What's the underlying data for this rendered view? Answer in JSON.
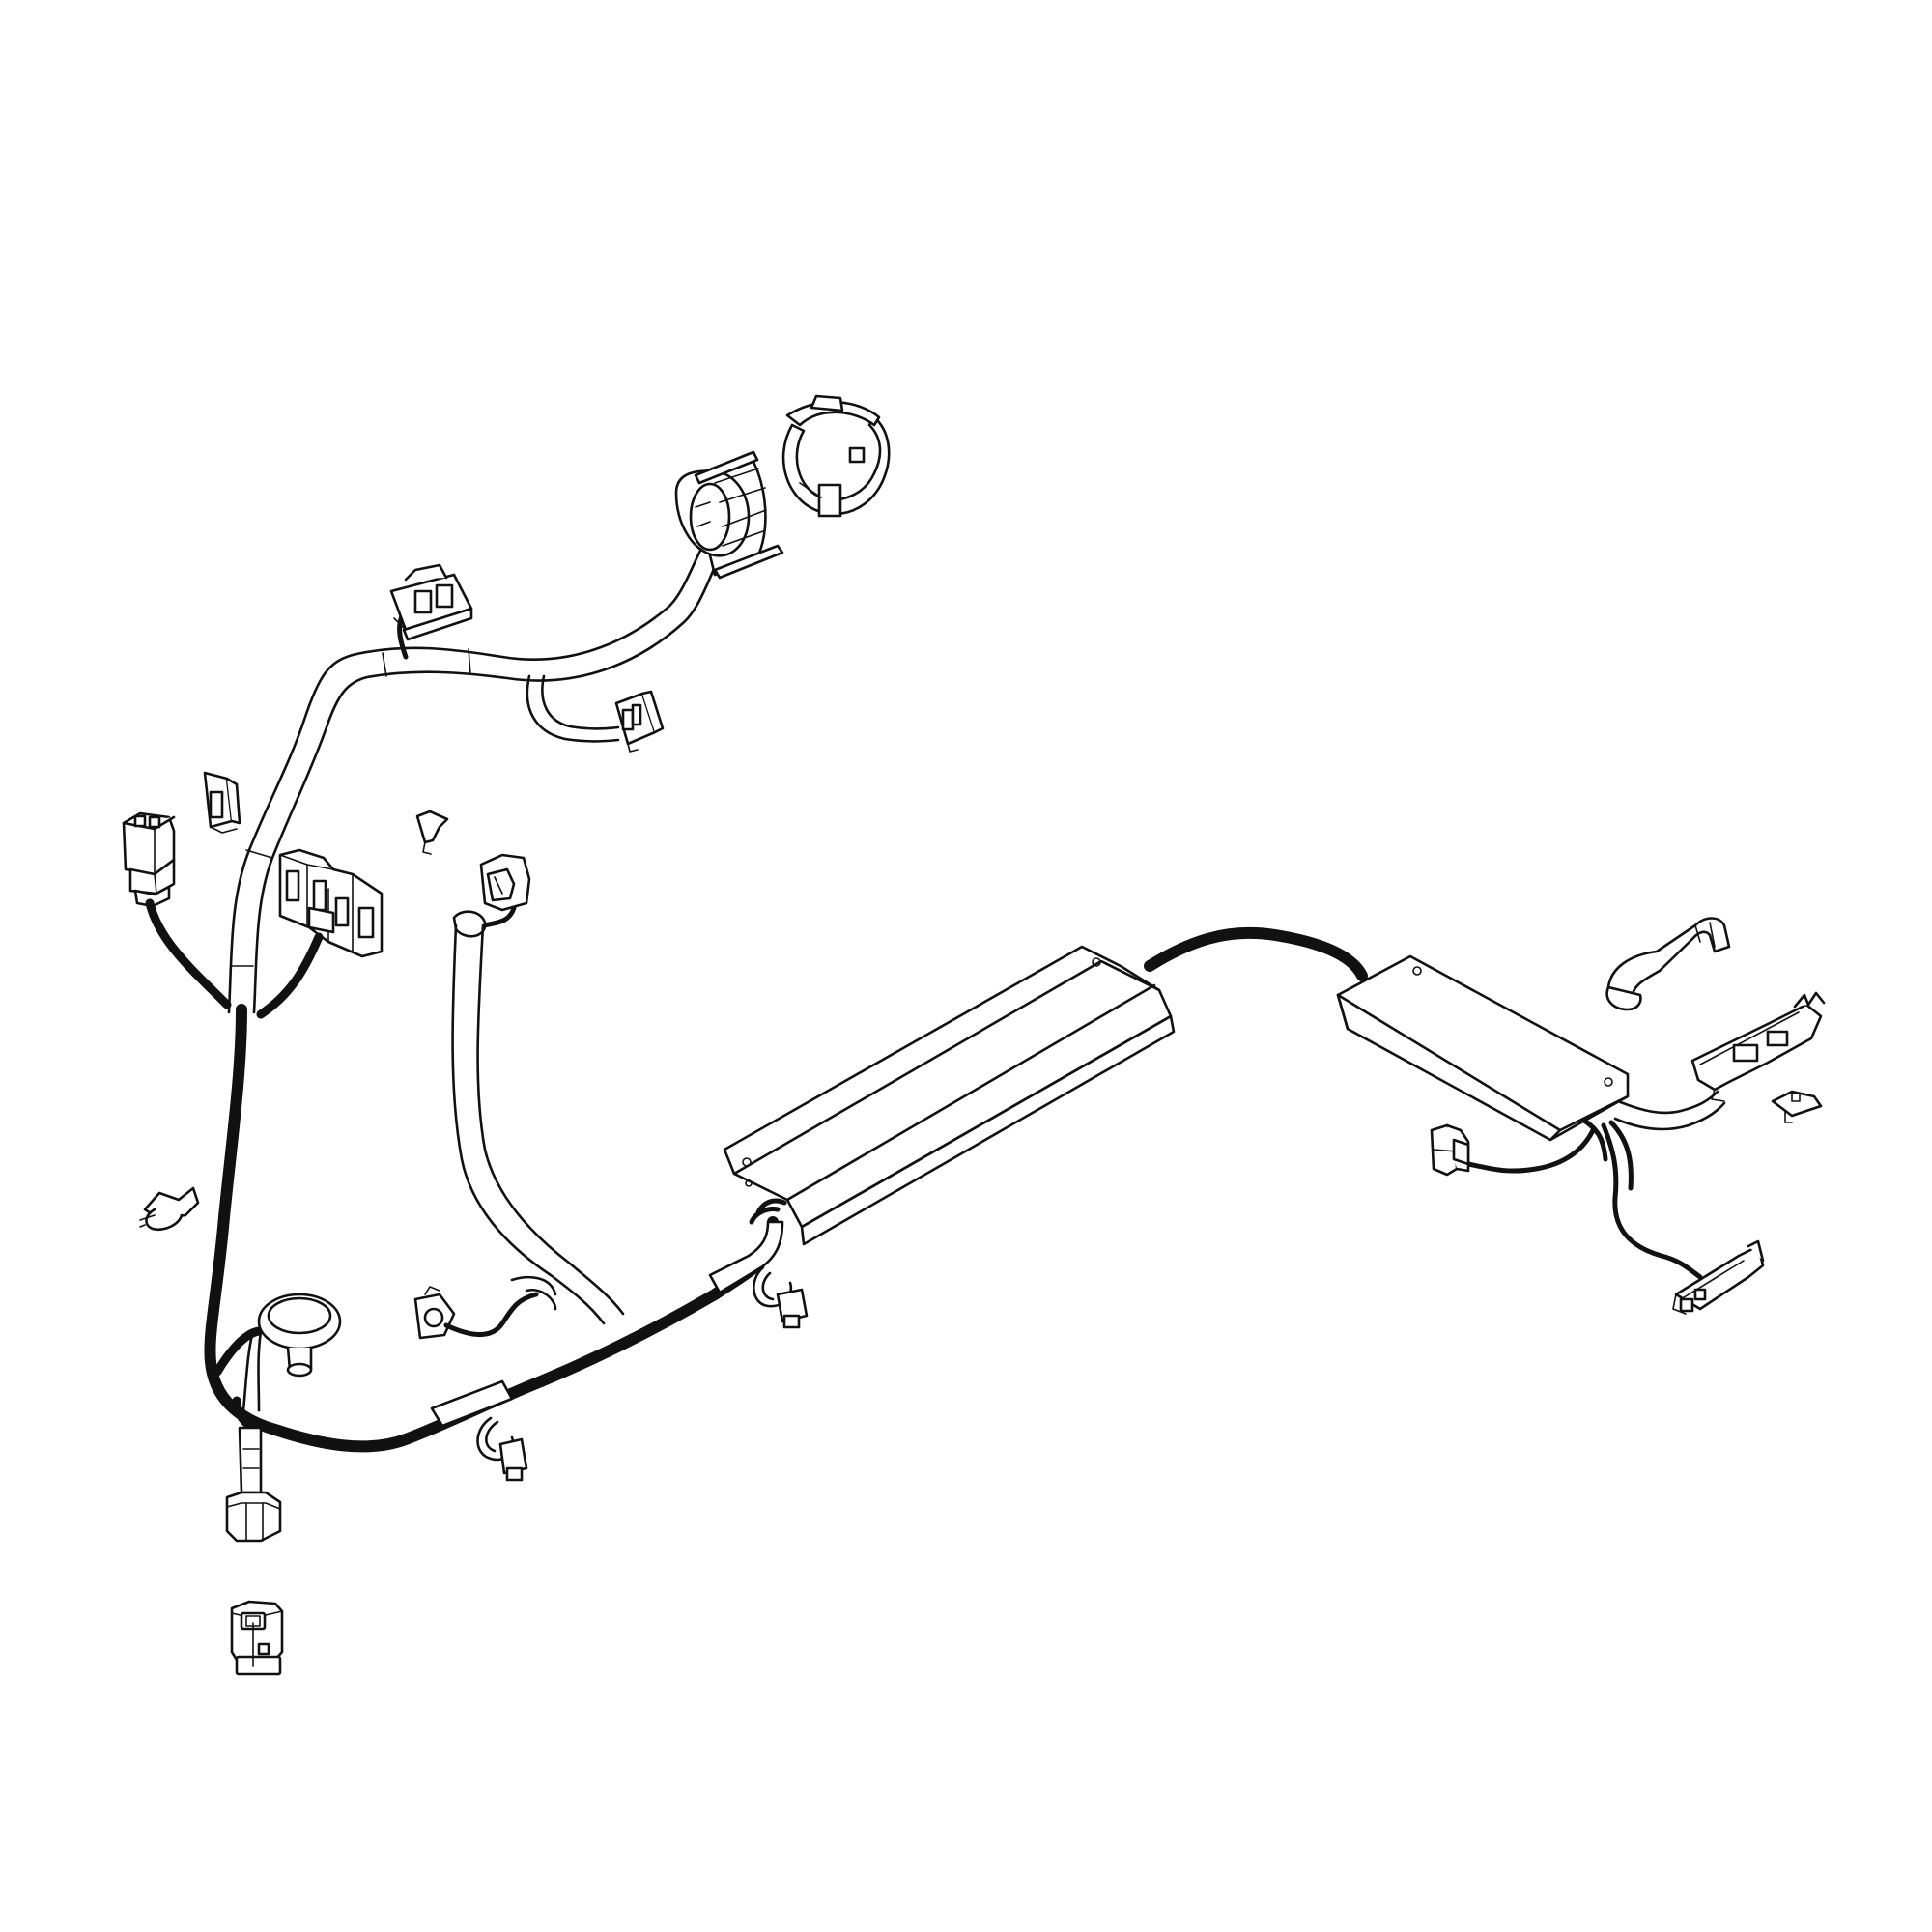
{
  "diagram": {
    "type": "exploded-parts-illustration",
    "labels": [],
    "colors": {
      "line": "#111111",
      "background": "#ffffff"
    },
    "parts": [
      "main-harness-trunk",
      "upper-harness-branch",
      "vertical-harness-branch",
      "duct-cover-left",
      "duct-cover-right",
      "ring-clamp",
      "cylindrical-connector",
      "top-connector",
      "small-branch-connector",
      "left-box-connector",
      "double-block-connector",
      "hose-end-connector",
      "bottom-connector",
      "loose-bottom-connector",
      "grommet",
      "cable-ties",
      "push-clips",
      "grab-handle",
      "right-bracket-connector",
      "right-lower-connector",
      "right-side-plug"
    ]
  }
}
